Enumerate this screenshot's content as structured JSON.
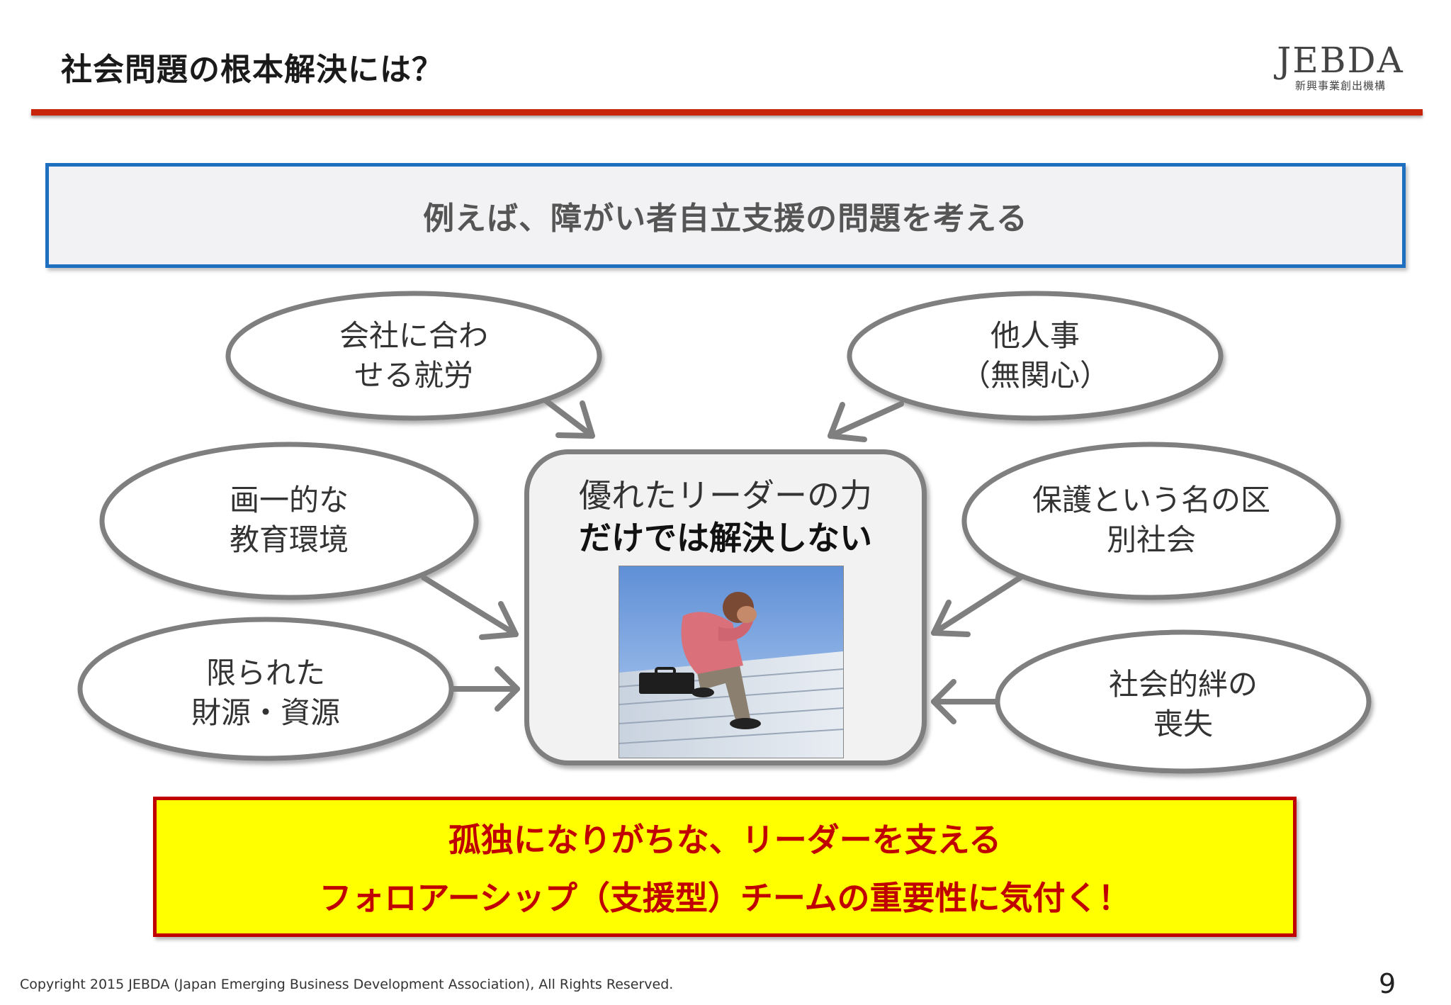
{
  "header": {
    "title": "社会問題の根本解決には？",
    "logo": {
      "name": "JEBDA",
      "subtitle": "新興事業創出機構"
    },
    "rule_color": "#c8240c"
  },
  "question": {
    "text": "例えば、障がい者自立支援の問題を考える",
    "border_color": "#1f6fc0"
  },
  "causes": [
    {
      "line1": "会社に合わ",
      "line2": "せる就労"
    },
    {
      "line1": "他人事",
      "line2": "（無関心）"
    },
    {
      "line1": "画一的な",
      "line2": "教育環境"
    },
    {
      "line1": "保護という名の区",
      "line2": "別社会"
    },
    {
      "line1": "限られた",
      "line2": "財源・資源"
    },
    {
      "line1": "社会的絆の",
      "line2": "喪失"
    }
  ],
  "center": {
    "line1": "優れたリーダーの力",
    "line2": "だけでは解決しない",
    "image_icon": "distressed-man-photo"
  },
  "callout": {
    "line1": "孤独になりがちな、リーダーを支える",
    "line2": "フォロアーシップ（支援型）チームの重要性に気付く！",
    "text_color": "#c00000",
    "background": "#ffff00"
  },
  "footer": {
    "copyright": "Copyright 2015 JEBDA (Japan Emerging Business Development Association),  All Rights Reserved.",
    "page_number": "9"
  }
}
